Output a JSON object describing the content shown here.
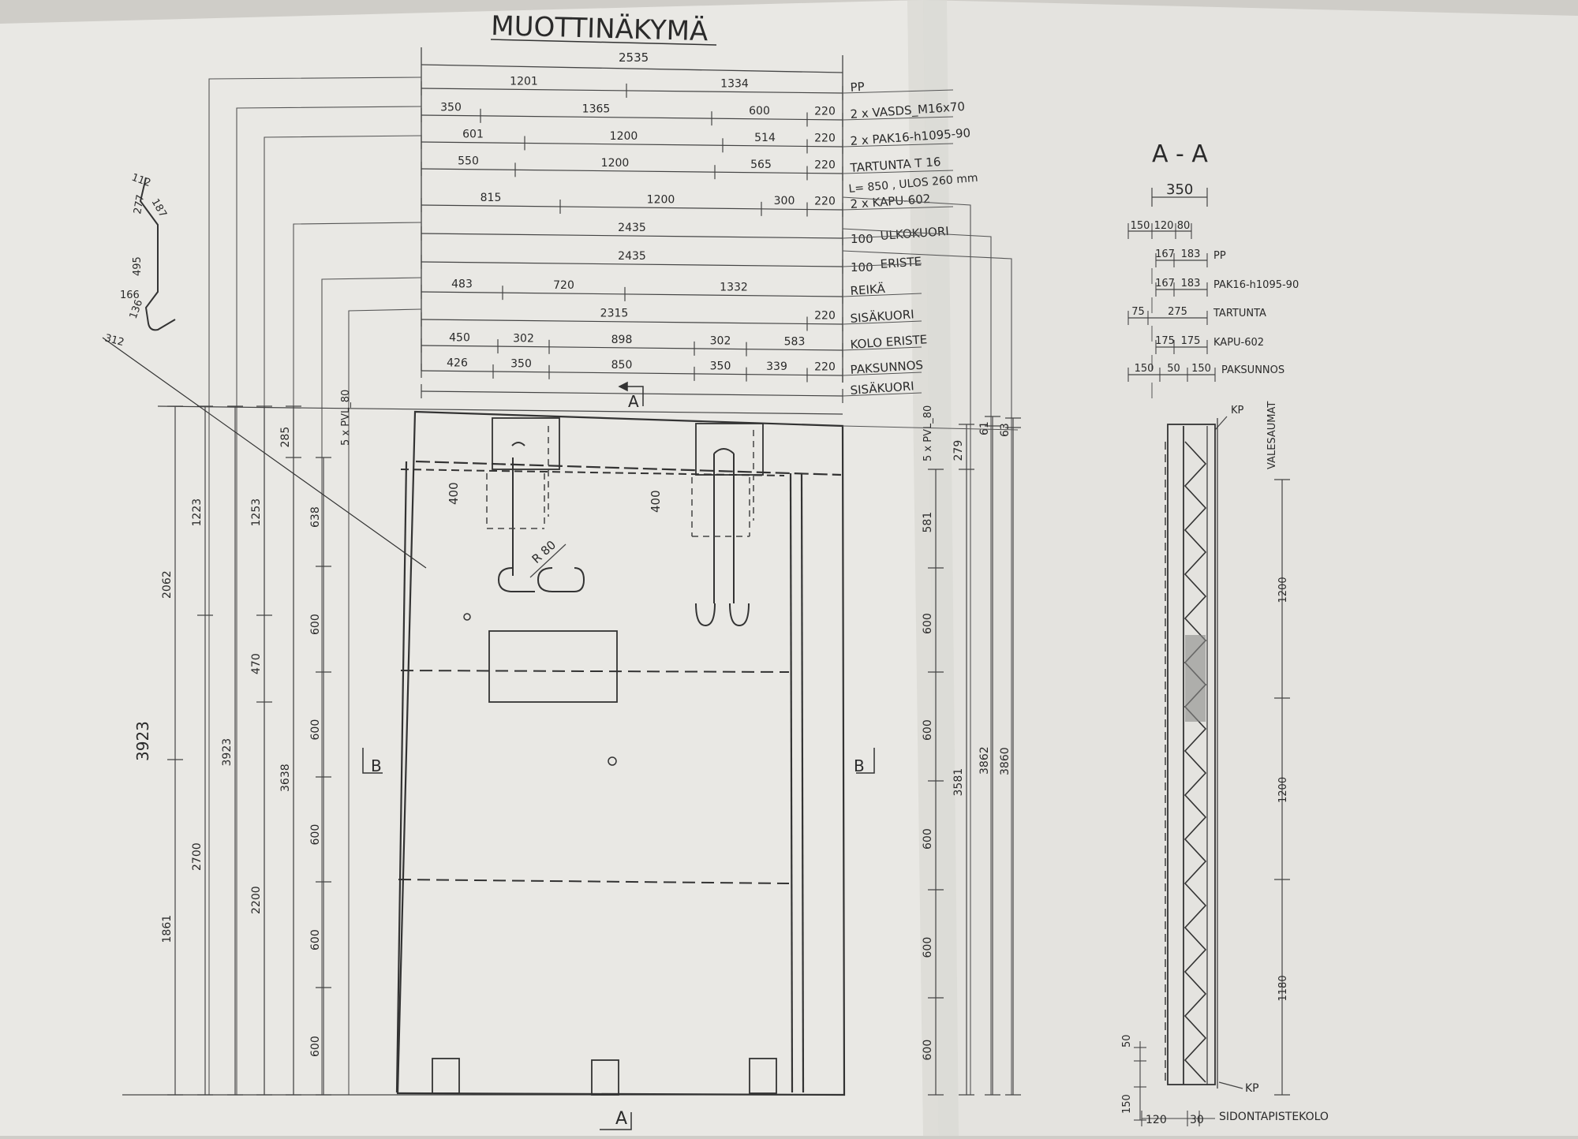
{
  "title": "MUOTTINÄKYMÄ",
  "overall_width": "2535",
  "top_rows": [
    {
      "label": "PP",
      "segments": [
        "1201",
        "1334"
      ]
    },
    {
      "label": "2 x VASDS_M16x70",
      "segments": [
        "350",
        "1365",
        "600",
        "220"
      ]
    },
    {
      "label": "2 x PAK16-h1095-90",
      "segments": [
        "601",
        "1200",
        "514",
        "220"
      ]
    },
    {
      "label": "TARTUNTA T 16",
      "sublabel": "L= 850 , ULOS 260 mm",
      "segments": [
        "550",
        "1200",
        "565",
        "220"
      ]
    },
    {
      "label": "2 x KAPU-602",
      "segments": [
        "815",
        "1200",
        "300",
        "220"
      ]
    },
    {
      "label": "ULKOKUORI",
      "prefix": "100",
      "segments": [
        "2435"
      ]
    },
    {
      "label": "ERISTE",
      "prefix": "100",
      "segments": [
        "2435"
      ]
    },
    {
      "label": "REIKÄ",
      "segments": [
        "483",
        "720",
        "1332"
      ]
    },
    {
      "label": "SISÄKUORI",
      "segments": [
        "2315",
        "220"
      ]
    },
    {
      "label": "KOLO ERISTE",
      "segments": [
        "450",
        "302",
        "898",
        "302",
        "583"
      ]
    },
    {
      "label": "PAKSUNNOS",
      "segments": [
        "426",
        "350",
        "850",
        "350",
        "339",
        "220"
      ]
    },
    {
      "label": "SISÄKUORI",
      "segments": []
    }
  ],
  "left_dims": {
    "total": "3923",
    "chain_a": [
      "1861",
      "2062"
    ],
    "chain_b": [
      "2700",
      "1223"
    ],
    "chain_c": [
      "3923"
    ],
    "chain_d": [
      "2200",
      "470",
      "1253"
    ],
    "chain_e": [
      "3638",
      "285"
    ],
    "chain_f": [
      "600",
      "600",
      "600",
      "600",
      "600",
      "638"
    ],
    "pvl": "5 x PVL_80"
  },
  "right_dims": {
    "pvl": "5 x PVL_80",
    "chain": [
      "600",
      "600",
      "600",
      "600",
      "600",
      "581"
    ],
    "v1": [
      "3581",
      "279"
    ],
    "v2": [
      "3862",
      "61"
    ],
    "v3": [
      "3860",
      "63"
    ]
  },
  "bar_shape": {
    "dims": [
      "112",
      "277",
      "187",
      "495",
      "166",
      "136",
      "312"
    ]
  },
  "inner_labels": {
    "r80": "R 80",
    "d400a": "400",
    "d400b": "400"
  },
  "section_marks": {
    "a_top": "A",
    "a_bottom": "A",
    "b_left": "B",
    "b_right": "B"
  },
  "section_aa": {
    "title": "A - A",
    "width": "350",
    "split": [
      "150",
      "120",
      "80"
    ],
    "rows": [
      {
        "label": "PP",
        "values": [
          "167",
          "183"
        ]
      },
      {
        "label": "PAK16-h1095-90",
        "values": [
          "167",
          "183"
        ]
      },
      {
        "label": "TARTUNTA",
        "values": [
          "75",
          "275"
        ]
      },
      {
        "label": "KAPU-602",
        "values": [
          "175",
          "175"
        ]
      },
      {
        "label": "PAKSUNNOS",
        "values": [
          "150",
          "50",
          "150"
        ]
      }
    ],
    "kp_top": "KP",
    "kp_bottom": "KP",
    "valesaumat": "VALESAUMAT",
    "vert": [
      "1200",
      "1200",
      "1180"
    ],
    "bottom_left": [
      "50",
      "150"
    ],
    "bottom": [
      "120",
      "30"
    ],
    "sidonta": "SIDONTAPISTEKOLO"
  }
}
